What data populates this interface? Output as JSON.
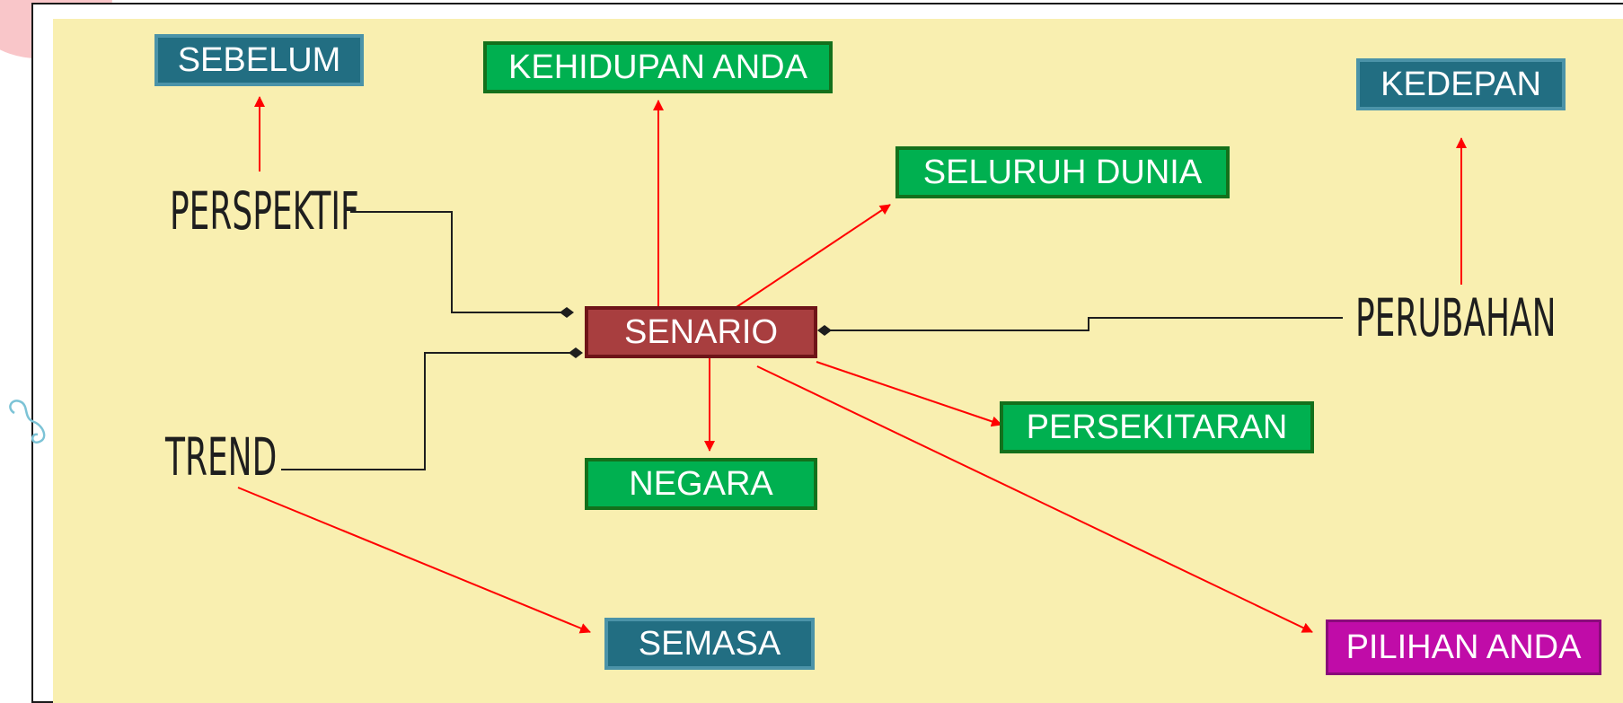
{
  "slide": {
    "colors": {
      "canvas": "#f9efb0",
      "teal_box": "#226e82",
      "green_box": "#00b050",
      "red_box": "#a83e3f",
      "magenta_box": "#c00ca8",
      "arrow_red": "#ff0000",
      "connector": "#1e1e1e"
    },
    "labels": {
      "perspektif": "PERSPEKTIF",
      "trend": "TREND",
      "perubahan": "PERUBAHAN"
    },
    "boxes": {
      "sebelum": "SEBELUM",
      "kehidupan_anda": "KEHIDUPAN ANDA",
      "seluruh_dunia": "SELURUH DUNIA",
      "kedepan": "KEDEPAN",
      "senario": "SENARIO",
      "negara": "NEGARA",
      "persekitaran": "PERSEKITARAN",
      "semasa": "SEMASA",
      "pilihan_anda": "PILIHAN ANDA"
    }
  }
}
